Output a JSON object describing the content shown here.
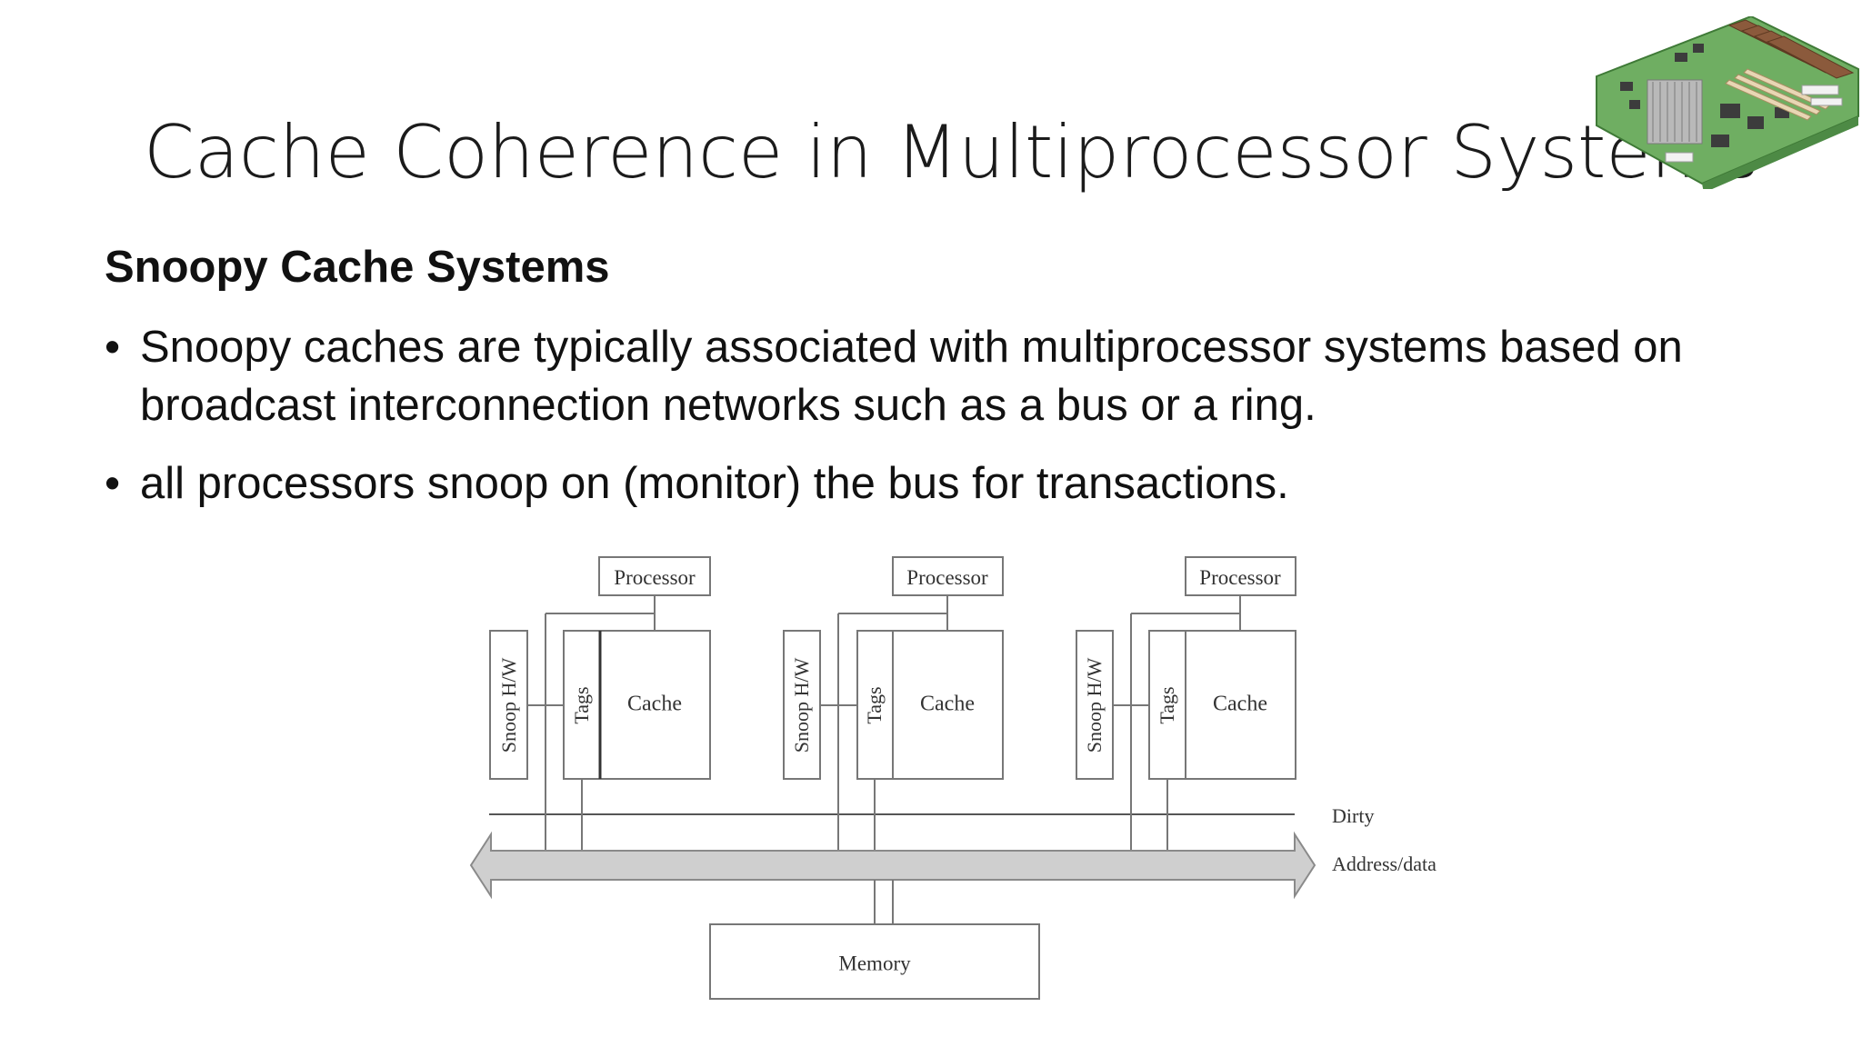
{
  "slide": {
    "title": "Cache Coherence in Multiprocessor Systems",
    "subtitle": "Snoopy Cache Systems",
    "bullets": [
      "Snoopy caches are typically associated with multiprocessor systems based on broadcast interconnection networks such as a bus or a ring.",
      "all processors snoop on (monitor) the bus for transactions."
    ],
    "bullet_symbol": "•"
  },
  "diagram": {
    "nodes": [
      {
        "processor": "Processor",
        "snoop": "Snoop H/W",
        "tags": "Tags",
        "cache": "Cache"
      },
      {
        "processor": "Processor",
        "snoop": "Snoop H/W",
        "tags": "Tags",
        "cache": "Cache"
      },
      {
        "processor": "Processor",
        "snoop": "Snoop H/W",
        "tags": "Tags",
        "cache": "Cache"
      }
    ],
    "dirty_label": "Dirty",
    "bus_label": "Address/data",
    "memory_label": "Memory"
  },
  "decoration": {
    "icon": "motherboard-illustration"
  },
  "colors": {
    "bus_fill": "#cfcfcf",
    "board_green": "#6fae62"
  }
}
